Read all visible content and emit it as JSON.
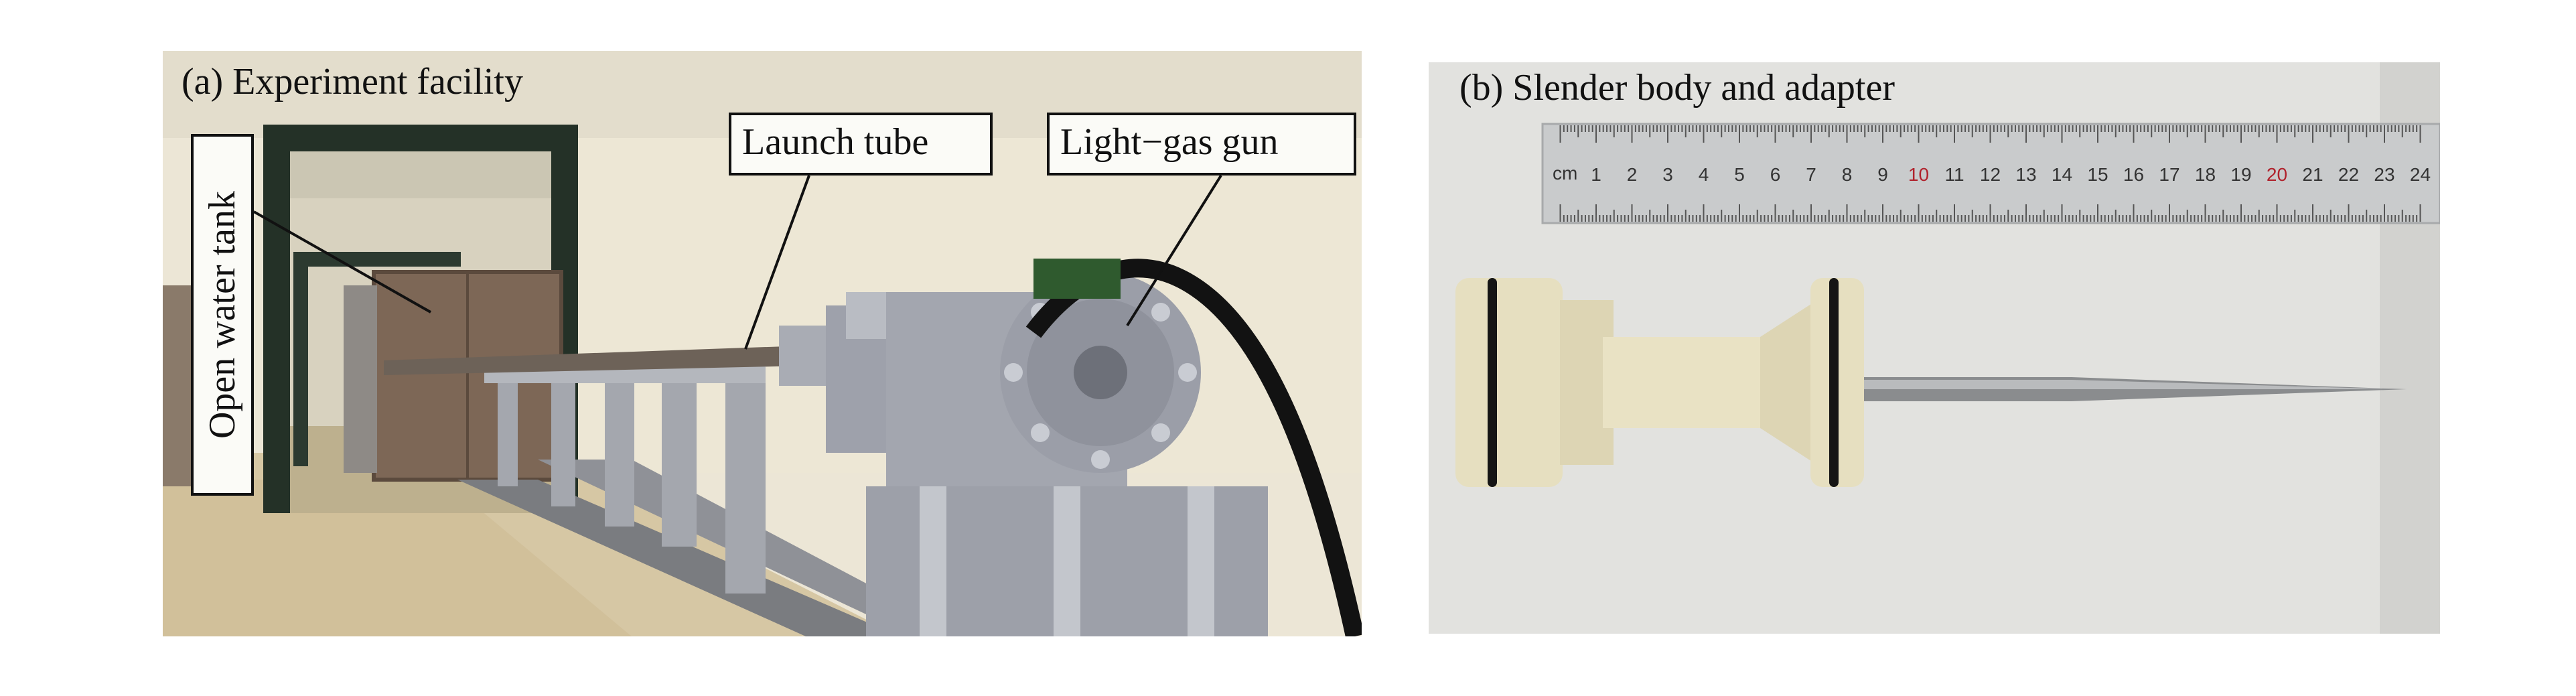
{
  "panel_a": {
    "title": "(a) Experiment facility",
    "callouts": {
      "launch_tube": "Launch tube",
      "light_gas_gun": "Light−gas gun",
      "open_water_tank": "Open water tank"
    }
  },
  "panel_b": {
    "title": "(b) Slender body and adapter",
    "ruler": {
      "unit": "cm",
      "numbers": [
        "1",
        "2",
        "3",
        "4",
        "5",
        "6",
        "7",
        "8",
        "9",
        "10",
        "11",
        "12",
        "13",
        "14",
        "15",
        "16",
        "17",
        "18",
        "19",
        "20",
        "21",
        "22",
        "23",
        "24"
      ],
      "highlighted": [
        "10",
        "20"
      ]
    }
  },
  "colors": {
    "machine_gray": "#9ea1ab",
    "adapter_ivory": "#e9e2c4",
    "ring_black": "#151515",
    "ruler_red": "#b0222c"
  }
}
